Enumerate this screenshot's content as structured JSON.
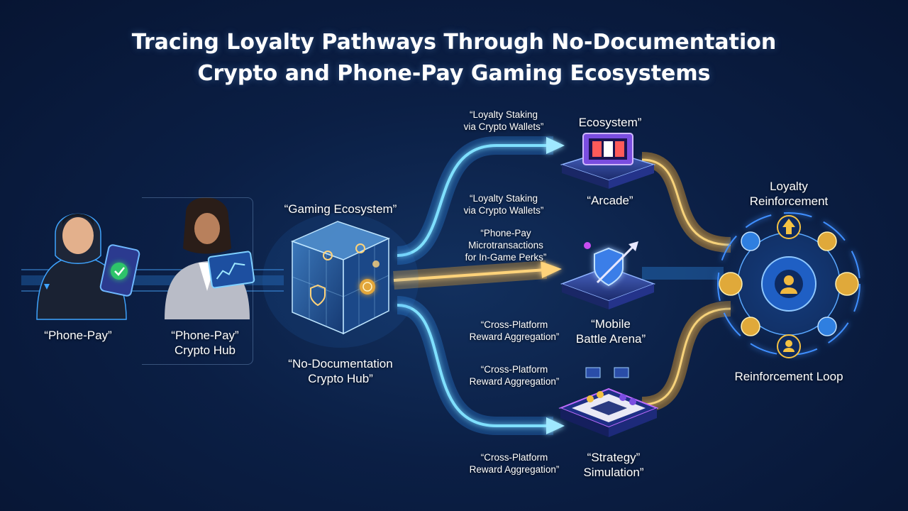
{
  "title": {
    "line1": "Tracing Loyalty Pathways Through No-Documentation",
    "line2": "Crypto and Phone-Pay Gaming Ecosystems"
  },
  "actors": {
    "person1_label": "“Phone-Pay”",
    "person2_line1": "“Phone-Pay”",
    "person2_line2": "Crypto Hub"
  },
  "hub": {
    "top_label": "“Gaming Ecosystem”",
    "bottom_line1": "“No-Documentation",
    "bottom_line2": "Crypto Hub”"
  },
  "routes": {
    "top_label_line1": "“Loyalty Staking",
    "top_label_line2": "via Crypto Wallets”",
    "mid_upper_line1": "“Loyalty Staking",
    "mid_upper_line2": "via Crypto Wallets”",
    "mid_lower_line1": "“Phone-Pay",
    "mid_lower_line2": "Microtransactions",
    "mid_lower_line3": "for In-Game Perks”",
    "low_upper_line1": "“Cross-Platform",
    "low_upper_line2": "Reward Aggregation”",
    "low_mid_line1": "“Cross-Platform",
    "low_mid_line2": "Reward Aggregation”",
    "bottom_line1": "“Cross-Platform",
    "bottom_line2": "Reward Aggregation”"
  },
  "games": {
    "arcade_top": "Ecosystem”",
    "arcade_bottom": "“Arcade”",
    "battle_line1": "“Mobile",
    "battle_line2": "Battle Arena”",
    "strategy_line1": "“Strategy”",
    "strategy_line2": "Simulation”"
  },
  "loyalty": {
    "top_line1": "Loyalty",
    "top_line2": "Reinforcement",
    "bottom": "Reinforcement Loop"
  },
  "colors": {
    "blue_flow": "#5ec8ff",
    "gold_flow": "#f0b24a",
    "gear_blue": "#2f7fe0",
    "gear_gold": "#e0a93a",
    "arrow_gold": "#f5c242"
  }
}
